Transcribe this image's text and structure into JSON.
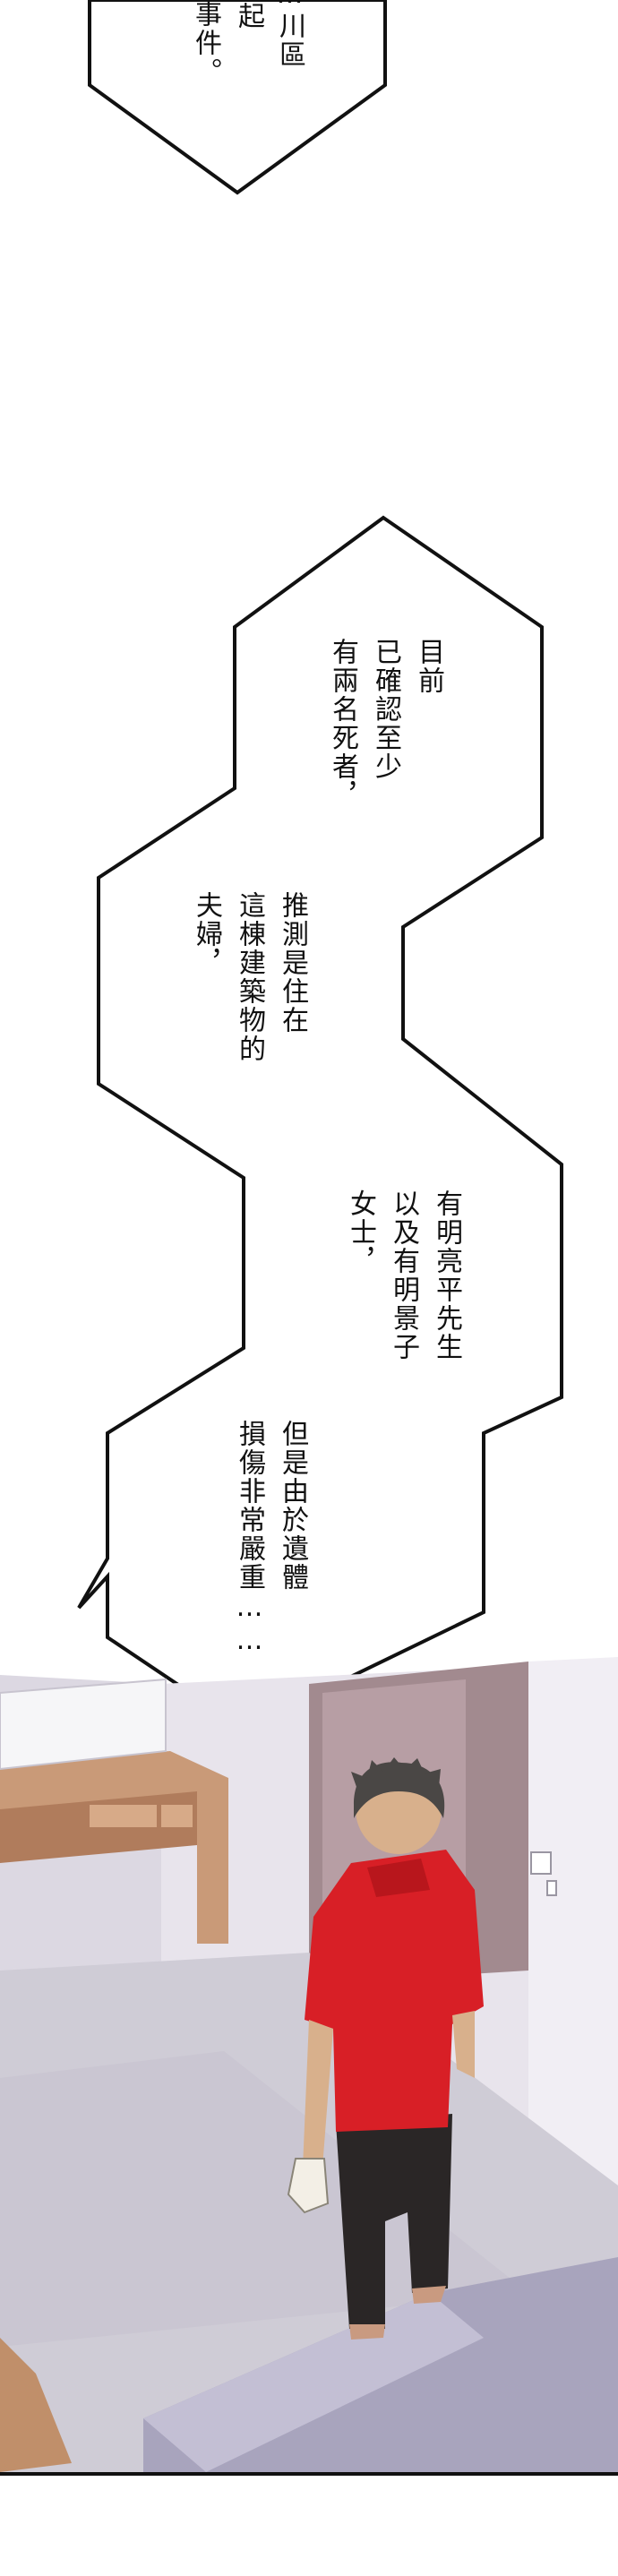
{
  "bubbles": {
    "top": {
      "lines": [
        "…川區",
        "起",
        "事件。"
      ]
    },
    "first": {
      "lines": [
        "目前",
        "已確認至少",
        "有兩名死者，"
      ]
    },
    "second": {
      "lines": [
        "推測是住在",
        "這棟建築物的",
        "夫婦，"
      ]
    },
    "third": {
      "lines": [
        "有明亮平先生",
        "以及有明景子",
        "女士，"
      ]
    },
    "fourth": {
      "lines": [
        "但是由於遺體",
        "損傷非常嚴重……"
      ]
    }
  },
  "colors": {
    "paper": "#ffffff",
    "ink": "#111111",
    "shirt": "#d81f26",
    "wall": "#e8e4ec",
    "floor": "#cfccd6",
    "door": "#a28a8f",
    "desk": "#c99a78"
  },
  "icons": {
    "light_switch": "light-switch-icon"
  }
}
